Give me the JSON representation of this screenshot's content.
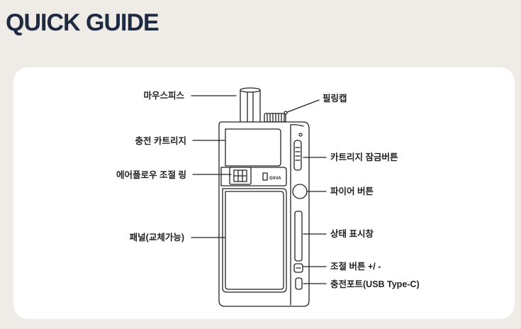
{
  "title": "QUICK GUIDE",
  "brand_text": "OXVA",
  "labels_left": {
    "mouthpiece": "마우스피스",
    "cartridge": "충전 카트리지",
    "airflow": "에어플로우 조절 링",
    "panel": "패널(교체가능)"
  },
  "labels_right": {
    "filling_cap": "필링캡",
    "cartridge_lock": "카트리지 잠금버튼",
    "fire_button": "파이어 버튼",
    "status_window": "상태 표시창",
    "adjust_buttons": "조절 버튼 +/ -",
    "charging_port": "충전포트(USB Type-C)"
  },
  "colors": {
    "background": "#efebe6",
    "card": "#ffffff",
    "title": "#1e2a40",
    "line": "#222222"
  }
}
